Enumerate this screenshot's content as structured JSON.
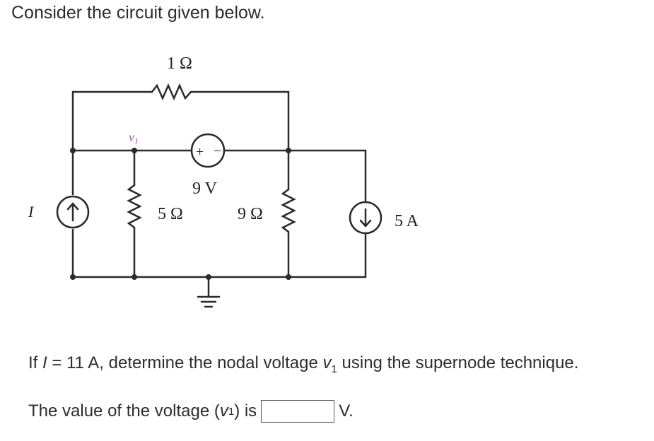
{
  "intro_text": "Consider the circuit given below.",
  "circuit": {
    "top_resistor_label": "1 Ω",
    "node_label": "v",
    "node_label_sub": "1",
    "source_voltage_label": "9 V",
    "left_resistor_label": "5 Ω",
    "right_resistor_label": "9 Ω",
    "current_source_left_label": "I",
    "current_source_right_label": "5 A",
    "plus_sign": "+",
    "minus_sign": "−"
  },
  "question": {
    "prefix": "If ",
    "var_I": "I",
    "eq_part": " = 11 A, determine the nodal voltage ",
    "var_v": "v",
    "var_v_sub": "1",
    "suffix": " using the supernode technique."
  },
  "answer": {
    "prefix": "The value of the voltage (",
    "var_v": "v",
    "var_v_sub": "1",
    "mid": ") is",
    "value": "",
    "unit": "V."
  }
}
